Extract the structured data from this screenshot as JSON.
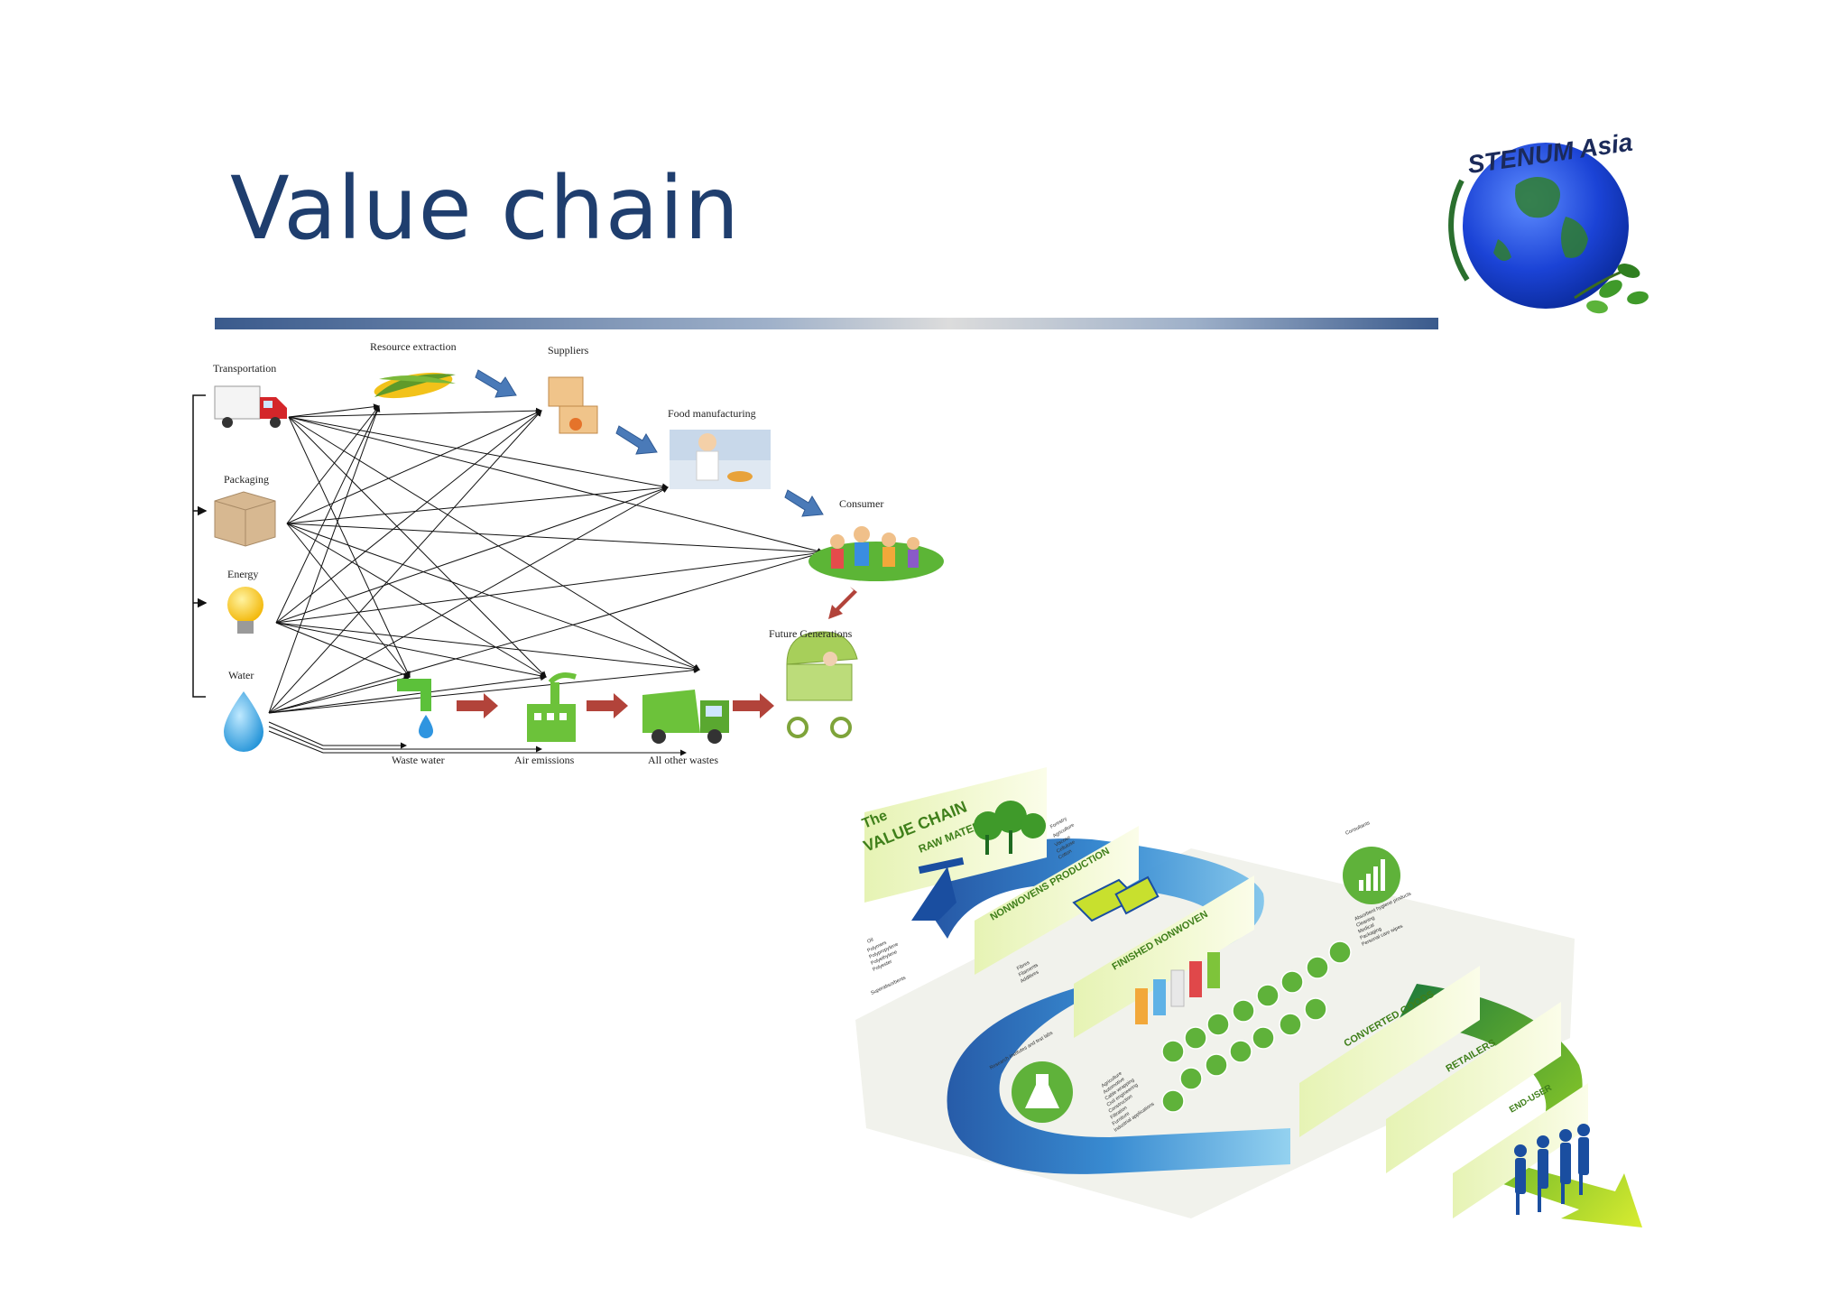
{
  "slide": {
    "title": "Value chain"
  },
  "logo": {
    "text": "STENUM Asia"
  },
  "diagram1": {
    "nodes": {
      "transportation": "Transportation",
      "packaging": "Packaging",
      "energy": "Energy",
      "water": "Water",
      "resource_extraction": "Resource extraction",
      "suppliers": "Suppliers",
      "food_manufacturing": "Food manufacturing",
      "consumer": "Consumer",
      "future_generations": "Future Generations",
      "waste_water": "Waste water",
      "air_emissions": "Air emissions",
      "all_other_wastes": "All other wastes"
    },
    "colors": {
      "chain_arrow": "#4a7ab8",
      "waste_arrow": "#b2433a"
    }
  },
  "diagram2": {
    "heading_line1": "The",
    "heading_line2": "VALUE CHAIN",
    "stages": {
      "raw_material": "RAW MATERIAL",
      "nonwovens_production": "NONWOVENS PRODUCTION",
      "finished_nonwoven": "FINISHED NONWOVEN",
      "converted_goods": "CONVERTED GOODS",
      "retailers": "RETAILERS",
      "end_user": "END-USER"
    },
    "side_labels": {
      "forestry": "Forestry",
      "agriculture": "Agriculture",
      "oil": "Oil",
      "consultants": "Consultants",
      "research": "Research institutes and test labs"
    },
    "small_text": {
      "raw_list": [
        "Viscose",
        "Cellulose",
        "Cotton"
      ],
      "oil_list": [
        "Polymers",
        "Polypropylene",
        "Polyethylene",
        "Polyester"
      ],
      "superabsorbents": "Superabsorbents",
      "fibers_list": [
        "Fibres",
        "Filaments",
        "Additives"
      ],
      "goods_list": [
        "Absorbent hygiene products",
        "Cleaning",
        "Medical",
        "Packaging",
        "Personal care wipes"
      ],
      "applications_list": [
        "Agriculture",
        "Automotive",
        "Cable wrapping",
        "Civil engineering",
        "Construction",
        "Filtration",
        "Furniture",
        "Industrial applications"
      ]
    },
    "colors": {
      "green": "#3f7f1a",
      "lime": "#c8e02e",
      "blue": "#1a4ea0",
      "panel": "#eef6c8"
    }
  }
}
